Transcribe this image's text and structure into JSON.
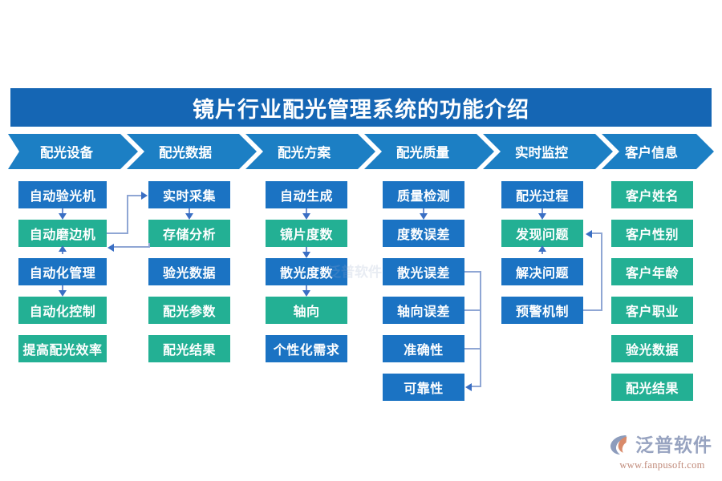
{
  "title": "镜片行业配光管理系统的功能介绍",
  "theme": {
    "blue": "#1b73c3",
    "teal": "#23b094",
    "banner_blue": "#1566b4",
    "chevron_blue": "#1c7fc4",
    "connector": "#6f8fd0",
    "arrow": "#3a6fc4",
    "background": "#ffffff"
  },
  "chevrons": [
    {
      "label": "配光设备"
    },
    {
      "label": "配光数据"
    },
    {
      "label": "配光方案"
    },
    {
      "label": "配光质量"
    },
    {
      "label": "实时监控"
    },
    {
      "label": "客户信息"
    }
  ],
  "columns": [
    {
      "name": "配光设备",
      "nodes": [
        {
          "label": "自动验光机",
          "color": "blue"
        },
        {
          "label": "自动磨边机",
          "color": "teal"
        },
        {
          "label": "自动化管理",
          "color": "blue"
        },
        {
          "label": "自动化控制",
          "color": "teal"
        },
        {
          "label": "提高配光效率",
          "color": "teal"
        }
      ]
    },
    {
      "name": "配光数据",
      "nodes": [
        {
          "label": "实时采集",
          "color": "blue"
        },
        {
          "label": "存储分析",
          "color": "teal"
        },
        {
          "label": "验光数据",
          "color": "blue"
        },
        {
          "label": "配光参数",
          "color": "teal"
        },
        {
          "label": "配光结果",
          "color": "teal"
        }
      ]
    },
    {
      "name": "配光方案",
      "nodes": [
        {
          "label": "自动生成",
          "color": "blue"
        },
        {
          "label": "镜片度数",
          "color": "teal"
        },
        {
          "label": "散光度数",
          "color": "blue"
        },
        {
          "label": "轴向",
          "color": "teal"
        },
        {
          "label": "个性化需求",
          "color": "blue"
        }
      ]
    },
    {
      "name": "配光质量",
      "nodes": [
        {
          "label": "质量检测",
          "color": "blue"
        },
        {
          "label": "度数误差",
          "color": "blue"
        },
        {
          "label": "散光误差",
          "color": "blue"
        },
        {
          "label": "轴向误差",
          "color": "blue"
        },
        {
          "label": "准确性",
          "color": "blue"
        },
        {
          "label": "可靠性",
          "color": "blue"
        }
      ]
    },
    {
      "name": "实时监控",
      "nodes": [
        {
          "label": "配光过程",
          "color": "blue"
        },
        {
          "label": "发现问题",
          "color": "teal"
        },
        {
          "label": "解决问题",
          "color": "blue"
        },
        {
          "label": "预警机制",
          "color": "blue"
        }
      ]
    },
    {
      "name": "客户信息",
      "nodes": [
        {
          "label": "客户姓名",
          "color": "teal"
        },
        {
          "label": "客户性别",
          "color": "teal"
        },
        {
          "label": "客户年龄",
          "color": "teal"
        },
        {
          "label": "客户职业",
          "color": "teal"
        },
        {
          "label": "验光数据",
          "color": "teal"
        },
        {
          "label": "配光结果",
          "color": "teal"
        }
      ]
    }
  ],
  "logo": {
    "name": "泛普软件",
    "url": "www.fanpusoft.com"
  },
  "watermark": {
    "text": "泛普软件"
  }
}
